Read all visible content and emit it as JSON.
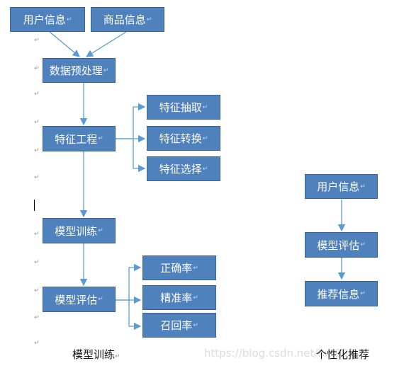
{
  "colors": {
    "box_fill": "#4f81bd",
    "box_border": "#3a6593",
    "arrow": "#5b9bd5",
    "text": "#ffffff"
  },
  "para_mark": "↵",
  "nodes": {
    "user_info": "用户信息",
    "product_info": "商品信息",
    "preprocess": "数据预处理",
    "feature_eng": "特征工程",
    "feat_extract": "特征抽取",
    "feat_transform": "特征转换",
    "feat_select": "特征选择",
    "model_train": "模型训练",
    "model_eval": "模型评估",
    "accuracy": "正确率",
    "precision": "精准率",
    "recall": "召回率",
    "r_user_info": "用户信息",
    "r_model_eval": "模型评估",
    "r_recommend": "推荐信息"
  },
  "captions": {
    "left": "模型训练",
    "right": "个性化推荐"
  },
  "watermark": "https://blog.csdn.net/h...932"
}
